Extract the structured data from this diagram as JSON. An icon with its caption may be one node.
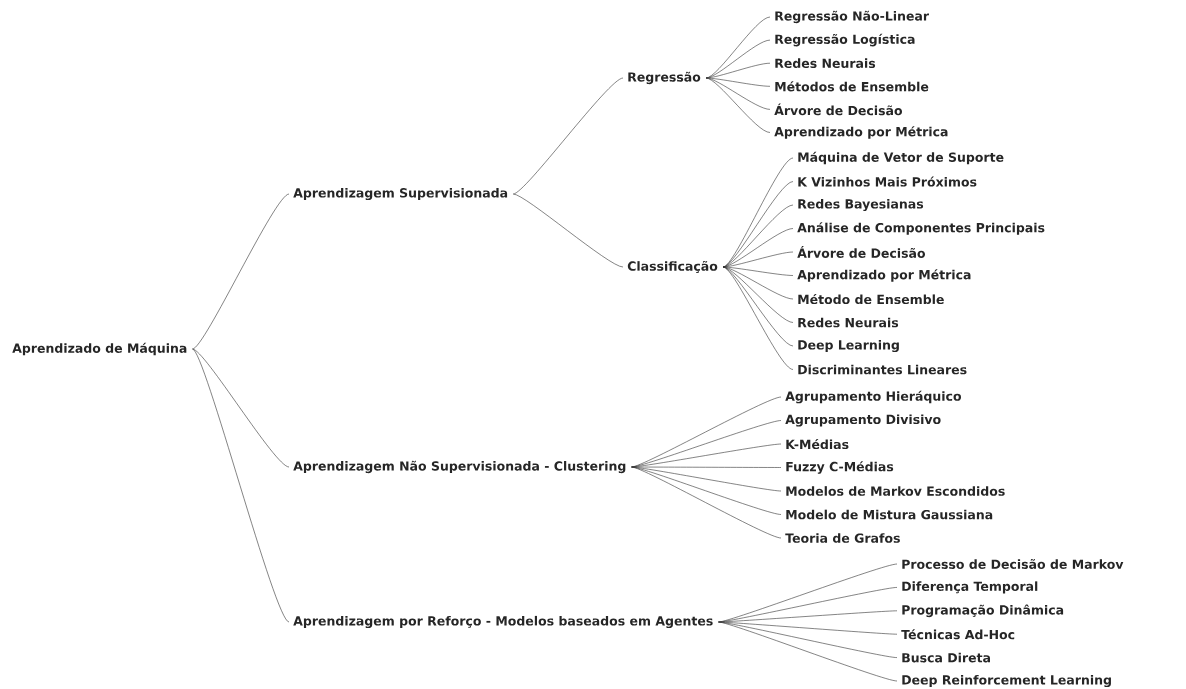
{
  "diagram": {
    "nodes": [
      {
        "text": [
          "Aprendizado de Máquina"
        ]
      },
      {
        "text": [
          "Aprendizagem Supervisionada"
        ]
      },
      {
        "text": [
          "Regressão"
        ]
      },
      {
        "text": [
          "Regressão Não-Linear"
        ]
      },
      {
        "text": [
          "Regressão Logística"
        ]
      },
      {
        "text": [
          "Redes Neurais"
        ]
      },
      {
        "text": [
          "Métodos de Ensemble"
        ]
      },
      {
        "text": [
          "Árvore de Decisão"
        ]
      },
      {
        "text": [
          "Aprendizado por Métrica"
        ]
      },
      {
        "text": [
          "Classificação"
        ]
      },
      {
        "text": [
          "Máquina de Vetor de Suporte"
        ]
      },
      {
        "text": [
          "K Vizinhos Mais Próximos"
        ]
      },
      {
        "text": [
          "Redes Bayesianas"
        ]
      },
      {
        "text": [
          "Análise de Componentes Principais"
        ]
      },
      {
        "text": [
          "Árvore de Decisão"
        ]
      },
      {
        "text": [
          "Aprendizado por Métrica"
        ]
      },
      {
        "text": [
          "Método de Ensemble"
        ]
      },
      {
        "text": [
          "Redes Neurais"
        ]
      },
      {
        "text": [
          "Deep Learning"
        ]
      },
      {
        "text": [
          "Discriminantes Lineares"
        ]
      },
      {
        "text": [
          "Aprendizagem Não Supervisionada - Clustering"
        ]
      },
      {
        "text": [
          "Agrupamento Hieráquico"
        ]
      },
      {
        "text": [
          "Agrupamento Divisivo"
        ]
      },
      {
        "text": [
          "K-Médias"
        ]
      },
      {
        "text": [
          "Fuzzy C-Médias"
        ]
      },
      {
        "text": [
          "Modelos de Markov Escondidos"
        ]
      },
      {
        "text": [
          "Modelo de Mistura Gaussiana"
        ]
      },
      {
        "text": [
          "Teoria de Grafos"
        ]
      },
      {
        "text": [
          "Aprendizagem por Reforço - Modelos baseados em Agentes"
        ]
      },
      {
        "text": [
          "Processo de Decisão de Markov"
        ]
      },
      {
        "text": [
          "Diferença Temporal"
        ]
      },
      {
        "text": [
          "Programação Dinâmica"
        ]
      },
      {
        "text": [
          "Técnicas Ad-Hoc"
        ]
      },
      {
        "text": [
          "Busca Direta"
        ]
      },
      {
        "text": [
          "Deep Reinforcement Learning"
        ]
      }
    ],
    "edges": [
      {
        "from": 0,
        "to": 1,
        "arrow": "none"
      },
      {
        "from": 0,
        "to": 20,
        "arrow": "none"
      },
      {
        "from": 0,
        "to": 28,
        "arrow": "none"
      },
      {
        "from": 1,
        "to": 2,
        "arrow": "none"
      },
      {
        "from": 1,
        "to": 9,
        "arrow": "none"
      },
      {
        "from": 2,
        "to": 3,
        "arrow": "none"
      },
      {
        "from": 2,
        "to": 4,
        "arrow": "none"
      },
      {
        "from": 2,
        "to": 5,
        "arrow": "none"
      },
      {
        "from": 2,
        "to": 6,
        "arrow": "none"
      },
      {
        "from": 2,
        "to": 7,
        "arrow": "none"
      },
      {
        "from": 2,
        "to": 8,
        "arrow": "none"
      },
      {
        "from": 9,
        "to": 10,
        "arrow": "none"
      },
      {
        "from": 9,
        "to": 11,
        "arrow": "none"
      },
      {
        "from": 9,
        "to": 12,
        "arrow": "none"
      },
      {
        "from": 9,
        "to": 13,
        "arrow": "none"
      },
      {
        "from": 9,
        "to": 14,
        "arrow": "none"
      },
      {
        "from": 9,
        "to": 15,
        "arrow": "none"
      },
      {
        "from": 9,
        "to": 16,
        "arrow": "none"
      },
      {
        "from": 9,
        "to": 17,
        "arrow": "none"
      },
      {
        "from": 9,
        "to": 18,
        "arrow": "none"
      },
      {
        "from": 9,
        "to": 19,
        "arrow": "none"
      },
      {
        "from": 20,
        "to": 21,
        "arrow": "none"
      },
      {
        "from": 20,
        "to": 22,
        "arrow": "none"
      },
      {
        "from": 20,
        "to": 23,
        "arrow": "none"
      },
      {
        "from": 20,
        "to": 24,
        "arrow": "none"
      },
      {
        "from": 20,
        "to": 25,
        "arrow": "none"
      },
      {
        "from": 20,
        "to": 26,
        "arrow": "none"
      },
      {
        "from": 20,
        "to": 27,
        "arrow": "none"
      },
      {
        "from": 28,
        "to": 29,
        "arrow": "none"
      },
      {
        "from": 28,
        "to": 30,
        "arrow": "none"
      },
      {
        "from": 28,
        "to": 31,
        "arrow": "none"
      },
      {
        "from": 28,
        "to": 32,
        "arrow": "none"
      },
      {
        "from": 28,
        "to": 33,
        "arrow": "none"
      },
      {
        "from": 28,
        "to": 34,
        "arrow": "none"
      }
    ]
  }
}
